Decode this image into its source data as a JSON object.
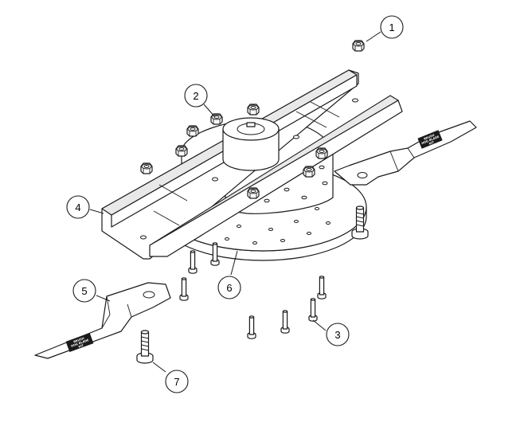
{
  "diagram": {
    "callouts": [
      {
        "id": "1",
        "label": "1",
        "target": "lock-nut-spare"
      },
      {
        "id": "2",
        "label": "2",
        "target": "lock-nuts"
      },
      {
        "id": "3",
        "label": "3",
        "target": "carriage-bolts"
      },
      {
        "id": "4",
        "label": "4",
        "target": "blade-carrier"
      },
      {
        "id": "5",
        "label": "5",
        "target": "blade"
      },
      {
        "id": "6",
        "label": "6",
        "target": "stump-jumper-plate"
      },
      {
        "id": "7",
        "label": "7",
        "target": "blade-bolt"
      }
    ],
    "decals": {
      "blade_right": [
        "BRUSH",
        "HOG BLADE",
        "KIT"
      ],
      "blade_left": [
        "BRUSH",
        "HOG BLADE",
        "KIT"
      ]
    }
  }
}
